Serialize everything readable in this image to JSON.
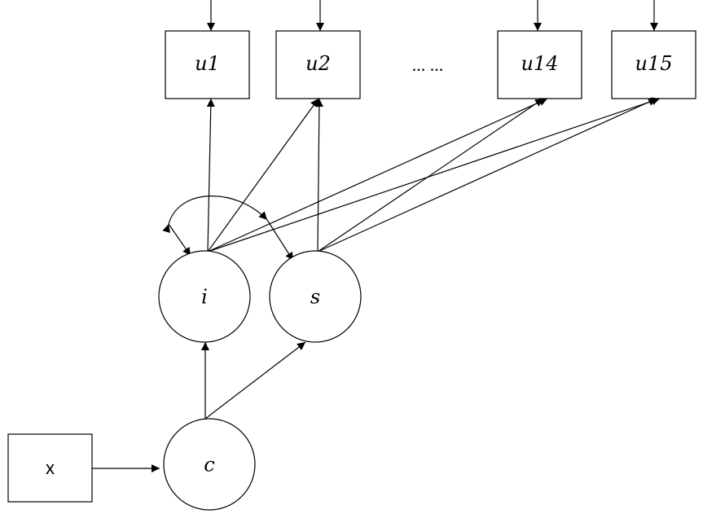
{
  "diagram": {
    "observed": {
      "u1": "u1",
      "u2": "u2",
      "ellipsis": "... ...",
      "u14": "u14",
      "u15": "u15"
    },
    "latent": {
      "i": "i",
      "s": "s",
      "c": "c"
    },
    "covariate": {
      "x": "x"
    },
    "colors": {
      "stroke": "#000000",
      "fill": "#ffffff"
    }
  }
}
